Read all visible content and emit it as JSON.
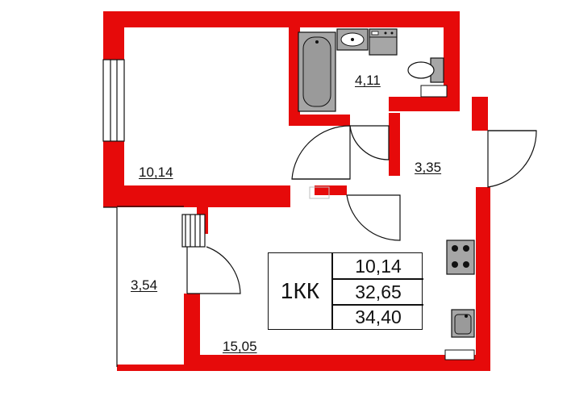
{
  "colors": {
    "wall": "#e60a0a",
    "fixture": "#a6a6a6",
    "line": "#111111"
  },
  "rooms": {
    "living_area": "10,14",
    "bathroom_area": "4,11",
    "hall_area": "3,35",
    "balcony_area": "3,54",
    "kitchen_area": "15,05"
  },
  "summary": {
    "code": "1КК",
    "living_total": "10,14",
    "total_area": "32,65",
    "total_with_balcony": "34,40"
  }
}
